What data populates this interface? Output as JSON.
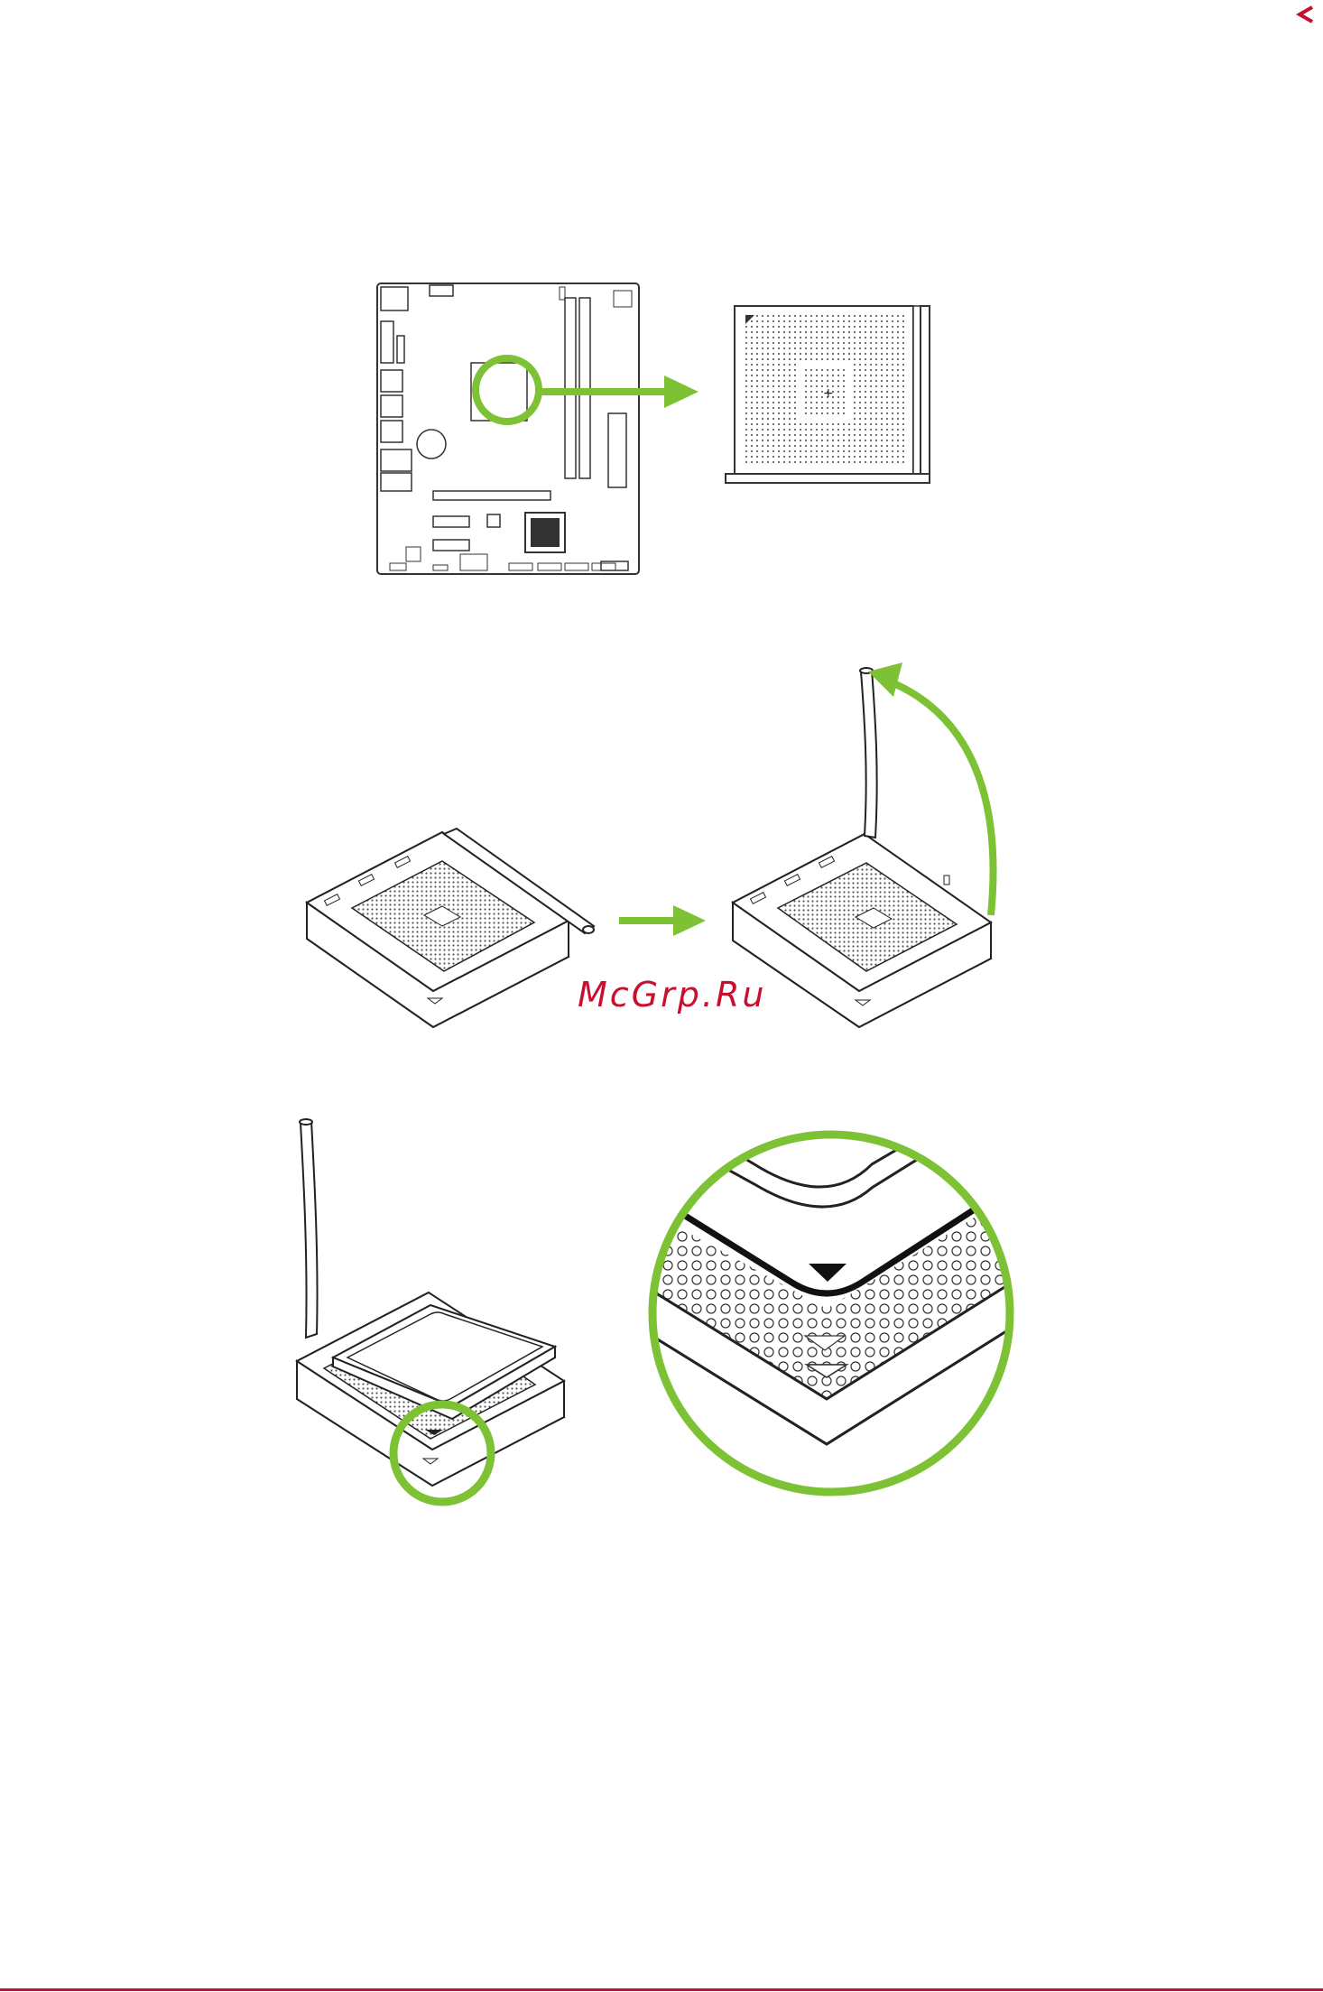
{
  "page": {
    "watermark": "McGrp.Ru",
    "accent_color": "#c8102e",
    "highlight_color": "#7cc234",
    "nav_icon": "chevron-left-icon"
  },
  "steps": [
    {
      "name": "locate-socket",
      "icons": [
        "motherboard",
        "cpu-socket-top-view",
        "arrow-right"
      ]
    },
    {
      "name": "raise-lever",
      "icons": [
        "socket-lever-closed",
        "arrow-right",
        "socket-lever-open",
        "curved-arrow-up"
      ]
    },
    {
      "name": "align-cpu",
      "icons": [
        "cpu-on-socket",
        "magnifier-circle",
        "alignment-triangle"
      ]
    }
  ]
}
